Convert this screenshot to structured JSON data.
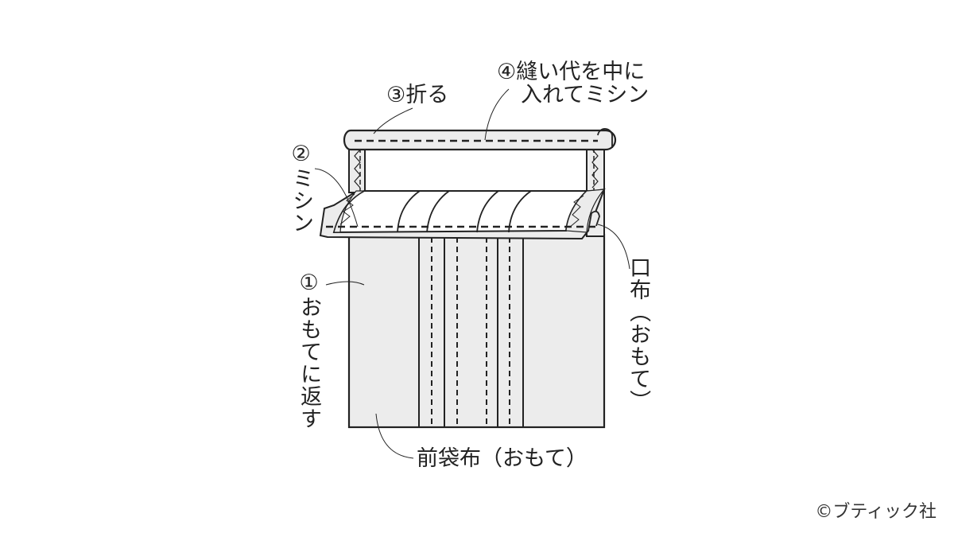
{
  "labels": {
    "step1": {
      "num": "①",
      "text": "おもてに返す"
    },
    "step2": {
      "num": "②",
      "text": "ミシン"
    },
    "step3": {
      "num": "③",
      "text": "折る"
    },
    "step4": {
      "num": "④",
      "line1": "縫い代を中に",
      "line2": "入れてミシン"
    },
    "mouth_cloth": "口布（おもて）",
    "front_pocket": "前袋布（おもて）"
  },
  "copyright": "©ブティック社",
  "colors": {
    "fabric_fill": "#ececec",
    "outline": "#222222",
    "background": "#ffffff"
  }
}
